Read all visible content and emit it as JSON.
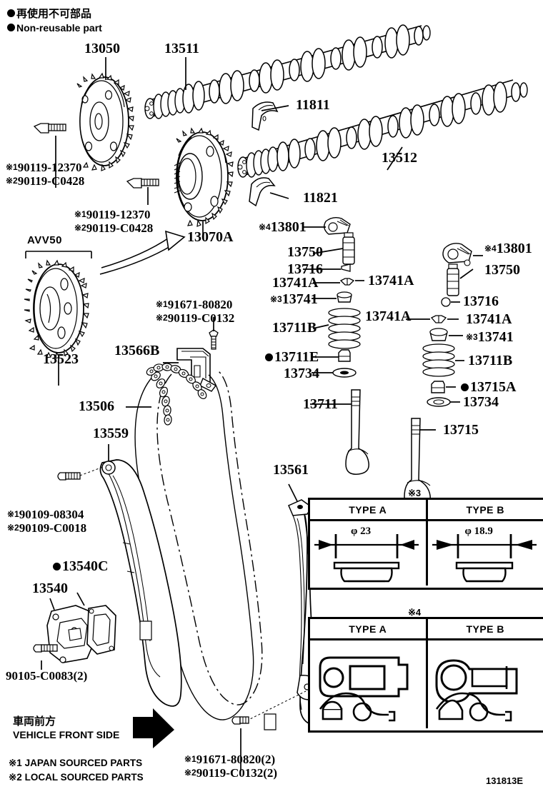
{
  "diagram": {
    "id_code": "131813E",
    "legend_jp": "再使用不可部品",
    "legend_en": "Non-reusable part",
    "group_label": "AVV50",
    "front_jp": "車両前方",
    "front_en": "VEHICLE FRONT SIDE",
    "footnote1": "※1 JAPAN SOURCED PARTS",
    "footnote2": "※2 LOCAL SOURCED PARTS"
  },
  "labels": {
    "p13050": "13050",
    "p13511": "13511",
    "p11811": "11811",
    "p13512": "13512",
    "p11821": "11821",
    "p13070A": "13070A",
    "p13523": "13523",
    "p13566B": "13566B",
    "p13506": "13506",
    "p13559": "13559",
    "p13540C": "13540C",
    "p13540": "13540",
    "p13561": "13561",
    "p13801_left": "13801",
    "p13750_left": "13750",
    "p13716_left": "13716",
    "p13741A_l1": "13741A",
    "p13741A_l2": "13741A",
    "p13741_left": "13741",
    "p13711B_left": "13711B",
    "p13711E": "13711E",
    "p13734_left": "13734",
    "p13711": "13711",
    "p13801_right": "13801",
    "p13750_right": "13750",
    "p13716_right": "13716",
    "p13741A_r1": "13741A",
    "p13741A_r2": "13741A",
    "p13741_right": "13741",
    "p13711B_right": "13711B",
    "p13715A": "13715A",
    "p13734_right": "13734",
    "p13715": "13715"
  },
  "bolts": {
    "b1_l1": "90119-12370",
    "b1_l2": "90119-C0428",
    "b2_l1": "90119-12370",
    "b2_l2": "90119-C0428",
    "b3_l1": "91671-80820",
    "b3_l2": "90119-C0132",
    "b4_l1": "90109-08304",
    "b4_l2": "90109-C0018",
    "b5": "90105-C0083(2)",
    "b6_l1": "91671-80820(2)",
    "b6_l2": "90119-C0132(2)"
  },
  "marks": {
    "m1": "※1",
    "m2": "※2",
    "m3": "※3",
    "m4": "※4"
  },
  "tables": [
    {
      "mark": "※3",
      "columns": [
        "TYPE A",
        "TYPE B"
      ],
      "values": [
        "φ 23",
        "φ 18.9"
      ],
      "kind": "lifter-diameter"
    },
    {
      "mark": "※4",
      "columns": [
        "TYPE A",
        "TYPE B"
      ],
      "values": [
        "",
        ""
      ],
      "kind": "rocker-arm-shape"
    }
  ]
}
